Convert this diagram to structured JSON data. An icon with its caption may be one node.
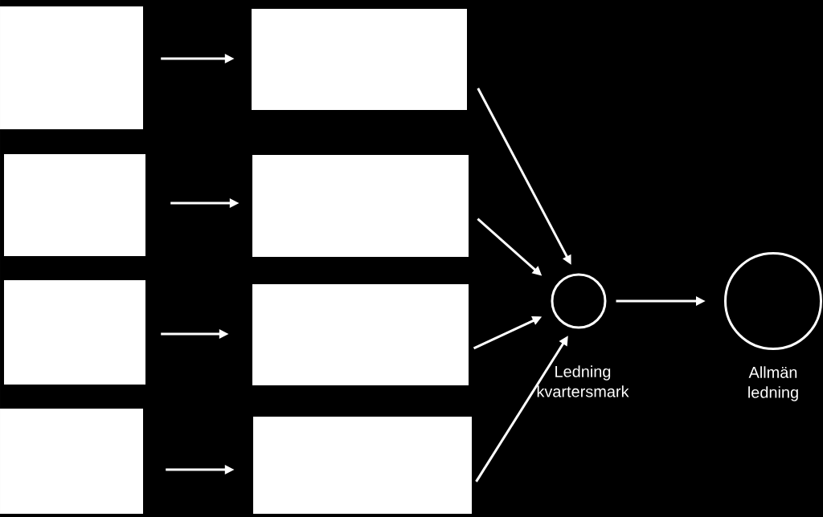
{
  "diagram": {
    "nodes": [
      {
        "text": [],
        "shape": "box"
      },
      {
        "text": [],
        "shape": "box"
      },
      {
        "text": [],
        "shape": "box"
      },
      {
        "text": [],
        "shape": "box"
      },
      {
        "text": [],
        "shape": "box"
      },
      {
        "text": [],
        "shape": "box"
      },
      {
        "text": [],
        "shape": "box"
      },
      {
        "text": [],
        "shape": "box"
      },
      {
        "text": [],
        "shape": "circle",
        "beside": [
          "Ledning kvartersmark"
        ]
      },
      {
        "text": [],
        "shape": "circle",
        "beside": [
          "Allmän ledning"
        ]
      }
    ],
    "edges": [
      {
        "from": 0,
        "to": 4,
        "arrow": "to"
      },
      {
        "from": 1,
        "to": 5,
        "arrow": "to"
      },
      {
        "from": 2,
        "to": 6,
        "arrow": "to"
      },
      {
        "from": 3,
        "to": 7,
        "arrow": "to"
      },
      {
        "from": 4,
        "to": 8,
        "arrow": "to"
      },
      {
        "from": 5,
        "to": 8,
        "arrow": "to"
      },
      {
        "from": 6,
        "to": 8,
        "arrow": "to"
      },
      {
        "from": 7,
        "to": 8,
        "arrow": "to"
      },
      {
        "from": 8,
        "to": 9,
        "arrow": "to"
      }
    ]
  }
}
